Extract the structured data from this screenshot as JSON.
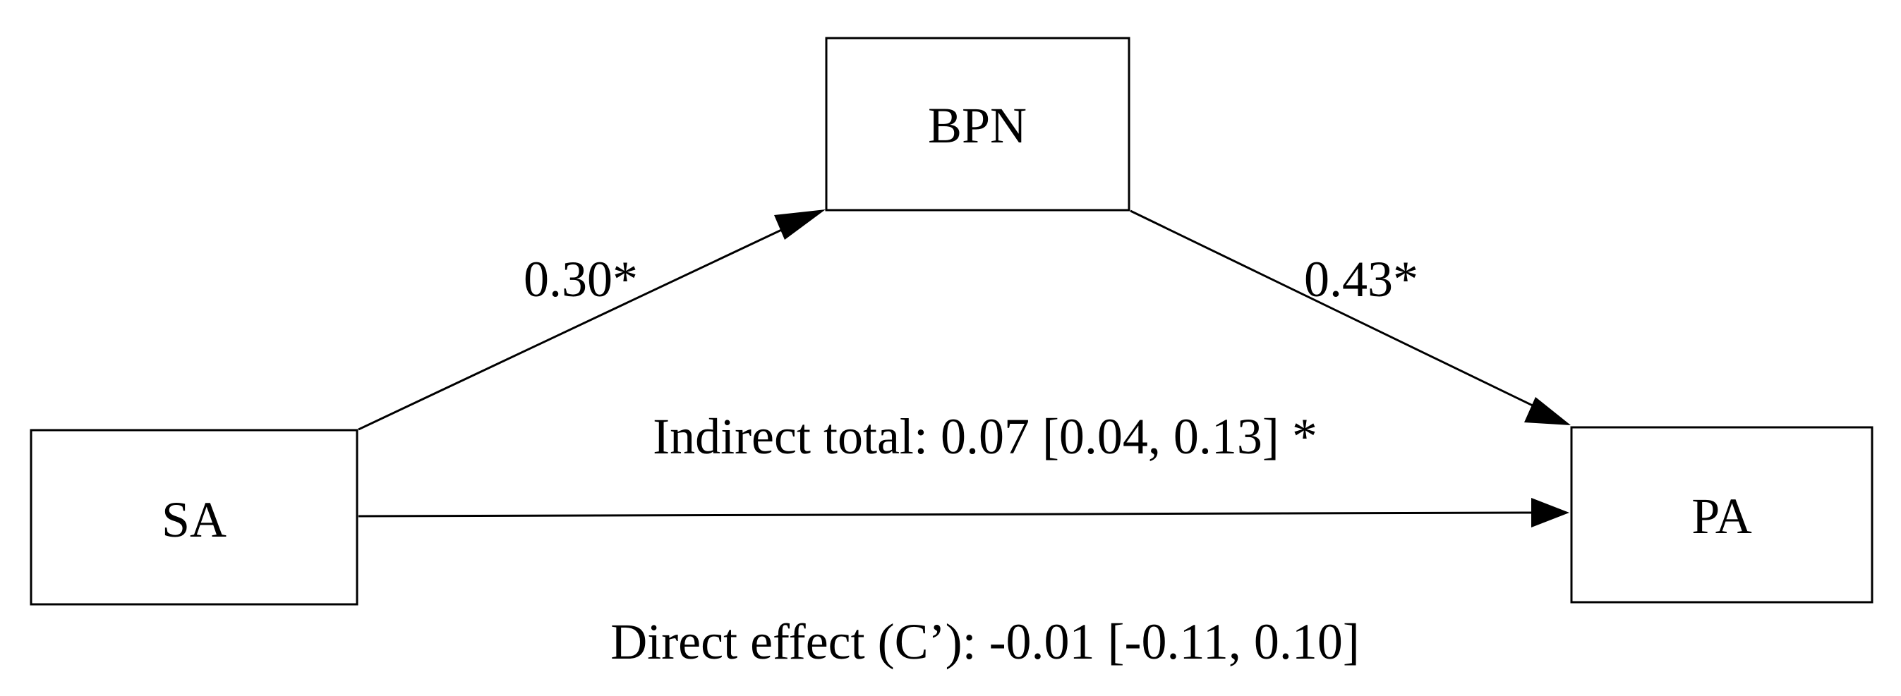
{
  "nodes": {
    "mediator": "BPN",
    "predictor": "SA",
    "outcome": "PA"
  },
  "paths": {
    "a_coefficient": "0.30*",
    "b_coefficient": "0.43*"
  },
  "effects": {
    "indirect": "Indirect total: 0.07 [0.04, 0.13] *",
    "direct": "Direct effect (C’): -0.01 [-0.11, 0.10]"
  },
  "colors": {
    "stroke": "#000000",
    "background": "#ffffff"
  }
}
